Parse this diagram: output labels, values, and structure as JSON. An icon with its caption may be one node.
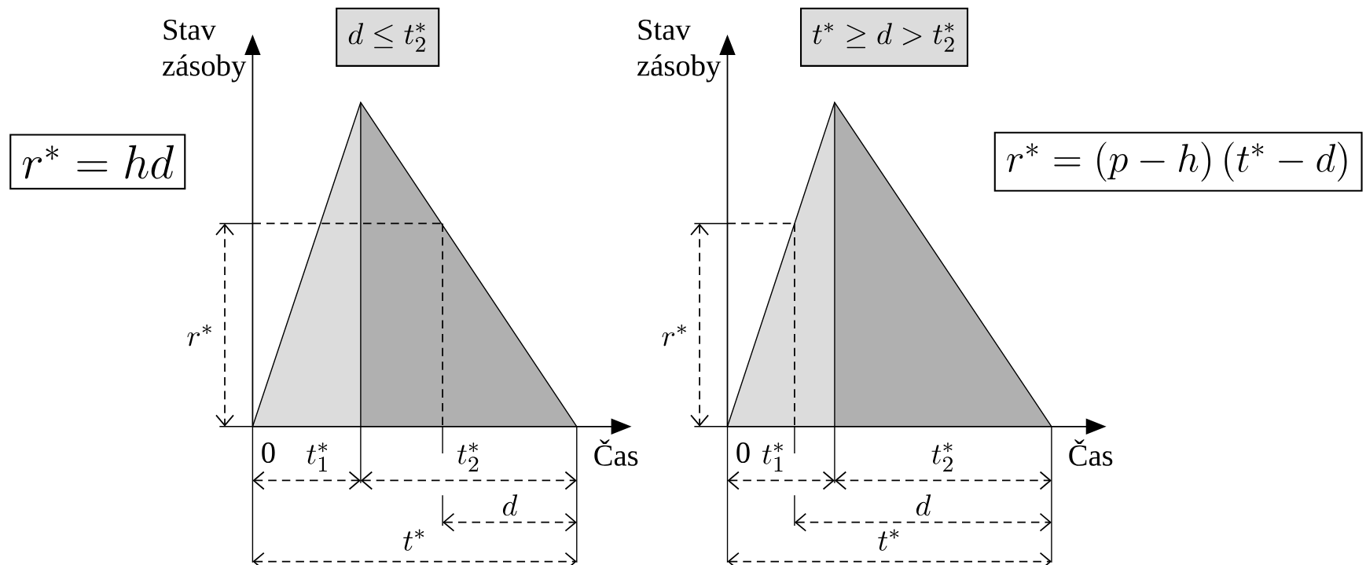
{
  "diagram": {
    "nodes": [
      {
        "text": [
          "d \\le t_2^*"
        ]
      },
      {
        "text": [
          "t^* \\ge d > t_2^*"
        ]
      },
      {
        "text": [
          "r^* = hd"
        ]
      },
      {
        "text": [
          "r^* = (p-h)\\,(t^* - d)"
        ]
      }
    ],
    "labels": [
      "Stav zásoby",
      "r^*",
      "0",
      "t_1^*",
      "t_2^*",
      "Čas",
      "d",
      "t^*",
      "Stav zásoby",
      "r^*",
      "0",
      "t_1^*",
      "t_2^*",
      "Čas",
      "d",
      "t^*"
    ]
  }
}
